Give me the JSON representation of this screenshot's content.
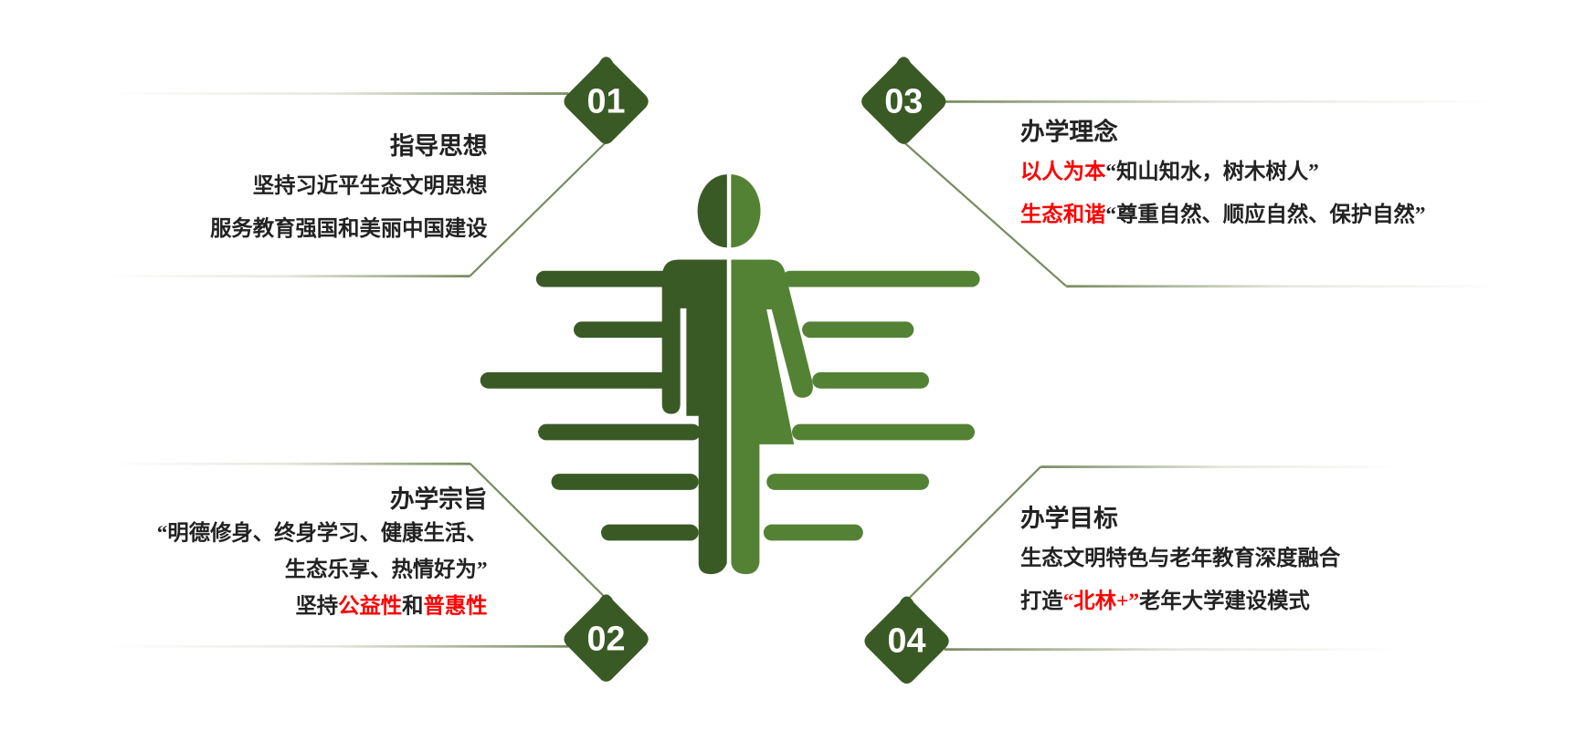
{
  "colors": {
    "dark_green": "#3a5a25",
    "light_green": "#548235",
    "accent_red": "#ff0000",
    "text": "#222222"
  },
  "sections": [
    {
      "number": "01",
      "title": "指导思想",
      "lines": [
        "坚持习近平生态文明思想",
        "服务教育强国和美丽中国建设"
      ]
    },
    {
      "number": "02",
      "title": "办学宗旨",
      "line1": "“明德修身、终身学习、健康生活、",
      "line2": "生态乐享、热情好为”",
      "line3_a": "坚持",
      "line3_b": "公益性",
      "line3_c": "和",
      "line3_d": "普惠性"
    },
    {
      "number": "03",
      "title": "办学理念",
      "line1_red": "以人为本",
      "line1_rest": "“知山知水，树木树人”",
      "line2_red": "生态和谐",
      "line2_rest": "“尊重自然、顺应自然、保护自然”"
    },
    {
      "number": "04",
      "title": "办学目标",
      "line1": "生态文明特色与老年教育深度融合",
      "line2_a": "打造",
      "line2_red": "“北林+”",
      "line2_c": "老年大学建设模式"
    }
  ]
}
